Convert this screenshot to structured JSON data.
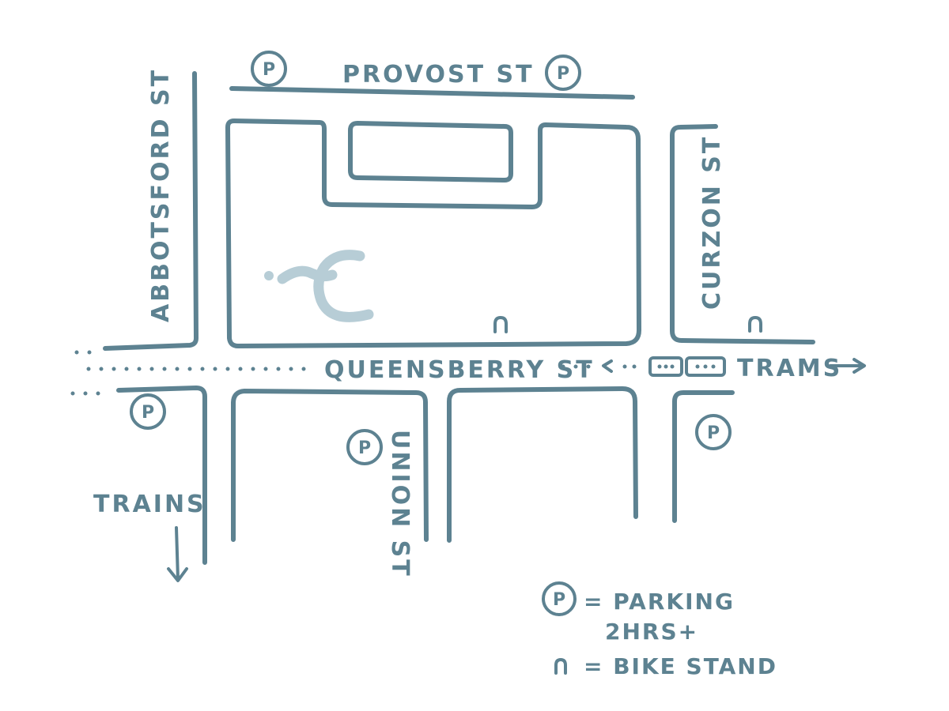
{
  "streets": {
    "provost": "PROVOST ST",
    "abbotsford": "ABBOTSFORD ST",
    "curzon": "CURZON ST",
    "queensberry": "QUEENSBERRY ST",
    "union": "UNION ST"
  },
  "transit": {
    "trams": "TRAMS",
    "trains": "TRAINS"
  },
  "parking_symbol": "P",
  "bike_symbol": "∩",
  "legend": {
    "parking_line1": "= PARKING",
    "parking_line2": "2HRS+",
    "bike_label": "= BIKE STAND"
  },
  "colors": {
    "ink": "#5d8291",
    "logo": "#b7cdd6"
  },
  "icons": [
    "parking-icon",
    "bike-stand-icon",
    "tram-icon",
    "logo-icon",
    "arrow-right-icon",
    "arrow-down-icon"
  ]
}
